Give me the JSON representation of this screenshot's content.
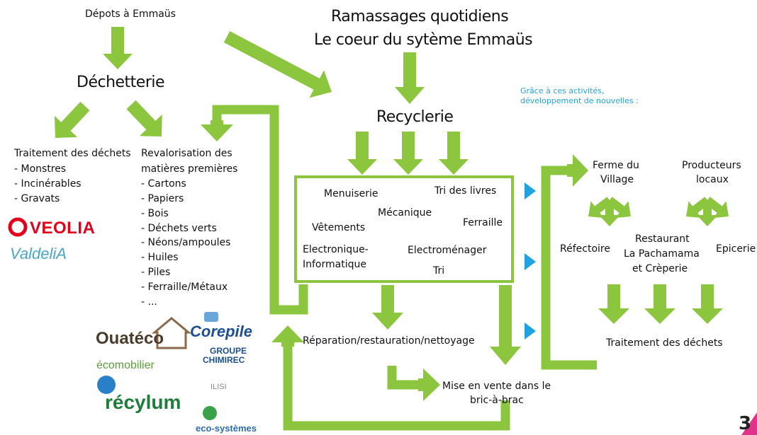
{
  "colors": {
    "arrow": "#8cc63f",
    "accent": "#1fa3e0",
    "page_corner": "#e0338a"
  },
  "top_left": {
    "depots": "Dépots à Emmaüs",
    "dechetterie": "Déchetterie"
  },
  "top_center": {
    "line1": "Ramassages quotidiens",
    "line2": "Le coeur du sytème Emmaüs",
    "recyclerie": "Recyclerie"
  },
  "note": {
    "line1": "Grâce à ces activités,",
    "line2": "développement de nouvelles :"
  },
  "traitement": {
    "title": "Traitement des déchets",
    "items": [
      "- Monstres",
      "- Incinérables",
      "- Gravats"
    ]
  },
  "revalorisation": {
    "title1": "Revalorisation des",
    "title2": "matières premières",
    "items": [
      "- Cartons",
      "- Papiers",
      "- Bois",
      "- Déchets verts",
      "- Néons/ampoules",
      "- Huiles",
      "- Piles",
      "- Ferraille/Métaux",
      "- ..."
    ]
  },
  "box": {
    "menuiserie": "Menuiserie",
    "tri_livres": "Tri des livres",
    "mecanique": "Mécanique",
    "vetements": "Vêtements",
    "ferraille": "Ferraille",
    "electronique1": "Electronique-",
    "electronique2": "Informatique",
    "electromenager": "Electroménager",
    "tri": "Tri"
  },
  "bottom": {
    "reparation": "Réparation/restauration/nettoyage",
    "mise1": "Mise en vente dans le",
    "mise2": "bric-à-brac"
  },
  "right": {
    "ferme1": "Ferme du",
    "ferme2": "Village",
    "prod1": "Producteurs",
    "prod2": "locaux",
    "refectoire": "Réfectoire",
    "rest1": "Restaurant",
    "rest2": "La Pachamama",
    "rest3": "et Crèperie",
    "epicerie": "Epicerie",
    "traitement": "Traitement des déchets"
  },
  "logos": {
    "veolia": "VEOLIA",
    "valdelia": "ValdeliA",
    "ouateco": "Ouatéco",
    "ecomobilier": "écomobilier",
    "recylum": "récylum",
    "corepile": "Corepile",
    "chimirec1": "GROUPE",
    "chimirec2": "CHIMIREC",
    "ilisi": "ILISI",
    "ecosystemes": "eco-systèmes"
  },
  "page_number": "3"
}
